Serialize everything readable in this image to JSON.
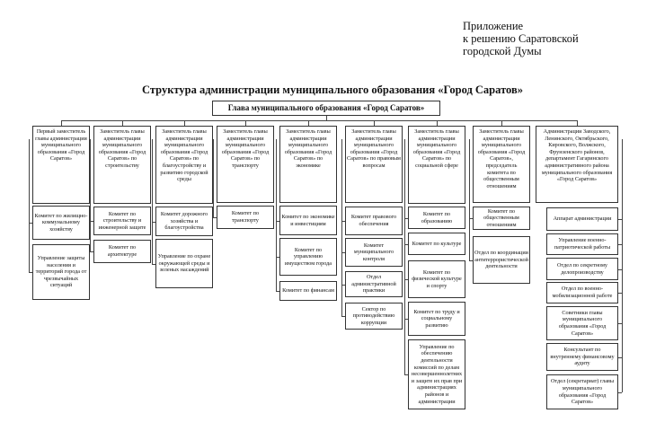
{
  "appendix": [
    "Приложение",
    "к решению Саратовской",
    "городской Думы"
  ],
  "title": "Структура администрации муниципального образования «Город Саратов»",
  "head": "Глава муниципального образования «Город Саратов»",
  "columns": [
    {
      "top": "Первый заместитель главы администрации муниципального образования «Город Саратов»",
      "subs": [
        "Комитет по жилищно-коммунальному хозяйству",
        "Управление защиты населения и территорий города от чрезвычайных ситуаций"
      ]
    },
    {
      "top": "Заместитель главы администрации муниципального образования «Город Саратов» по строительству",
      "subs": [
        "Комитет по строительству и инженерной защите",
        "Комитет по архитектуре"
      ]
    },
    {
      "top": "Заместитель главы администрации муниципального образования «Город Саратов» по благоустройству и развитию городской среды",
      "subs": [
        "Комитет дорожного хозяйства и благоустройства",
        "Управление по охране окружающей среды и зеленых насаждений"
      ]
    },
    {
      "top": "Заместитель главы администрации муниципального образования «Город Саратов» по транспорту",
      "subs": [
        "Комитет по транспорту"
      ]
    },
    {
      "top": "Заместитель главы администрации муниципального образования «Город Саратов» по экономике",
      "subs": [
        "Комитет по экономике и инвестициям",
        "Комитет по управлению имуществом города",
        "Комитет по финансам"
      ]
    },
    {
      "top": "Заместитель главы администрации муниципального образования «Город Саратов» по правовым вопросам",
      "subs": [
        "Комитет правового обеспечения",
        "Комитет муниципального контроля",
        "Отдел административной практики",
        "Сектор по противодействию коррупции"
      ]
    },
    {
      "top": "Заместитель главы администрации муниципального образования «Город Саратов» по социальной сфере",
      "subs": [
        "Комитет по образованию",
        "Комитет по культуре",
        "Комитет по физической культуре и спорту",
        "Комитет по труду и социальному развитию",
        "Управление по обеспечению деятельности комиссий по делам несовершеннолетних и защите их прав при администрациях районов и администрации"
      ]
    },
    {
      "top": "Заместитель главы администрации муниципального образования «Город Саратов», председатель комитета по общественным отношениям",
      "subs": [
        "Комитет по общественным отношениям",
        "Отдел по координации антитеррористической деятельности"
      ]
    },
    {
      "top": "Администрации Заводского, Ленинского, Октябрьского, Кировского, Волжского, Фрунзенского районов, департамент Гагаринского административного района муниципального образования «Город Саратов»",
      "subs": [
        "Аппарат администрации",
        "Управление военно-патриотической работы",
        "Отдел по секретному делопроизводству",
        "Отдел по военно-мобилизационной работе",
        "Советники главы муниципального образования «Город Саратов»",
        "Консультант по внутреннему финансовому аудиту",
        "Отдел (секретариат) главы муниципального образования «Город Саратов»"
      ]
    }
  ]
}
